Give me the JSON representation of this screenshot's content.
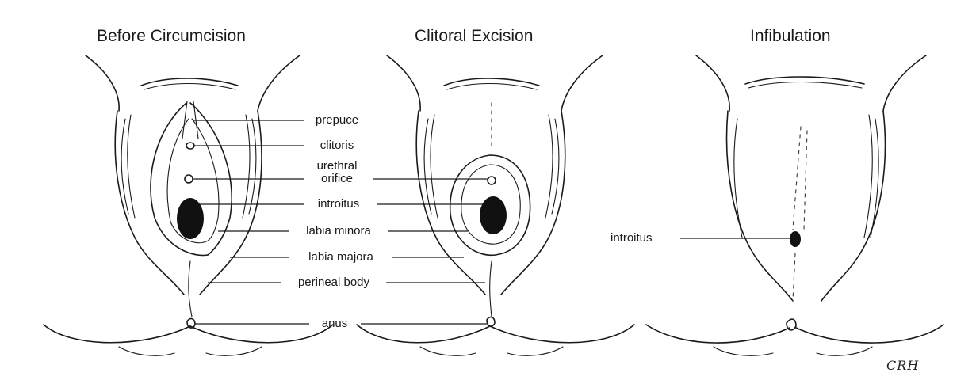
{
  "panels": [
    {
      "title": "Before Circumcision"
    },
    {
      "title": "Clitoral Excision"
    },
    {
      "title": "Infibulation"
    }
  ],
  "labels": {
    "prepuce": "prepuce",
    "clitoris": "clitoris",
    "urethral_orifice_line1": "urethral",
    "urethral_orifice_line2": "orifice",
    "introitus": "introitus",
    "labia_minora": "labia minora",
    "labia_majora": "labia majora",
    "perineal_body": "perineal body",
    "anus": "anus",
    "infibulation_introitus": "introitus"
  },
  "signature": "CRH"
}
